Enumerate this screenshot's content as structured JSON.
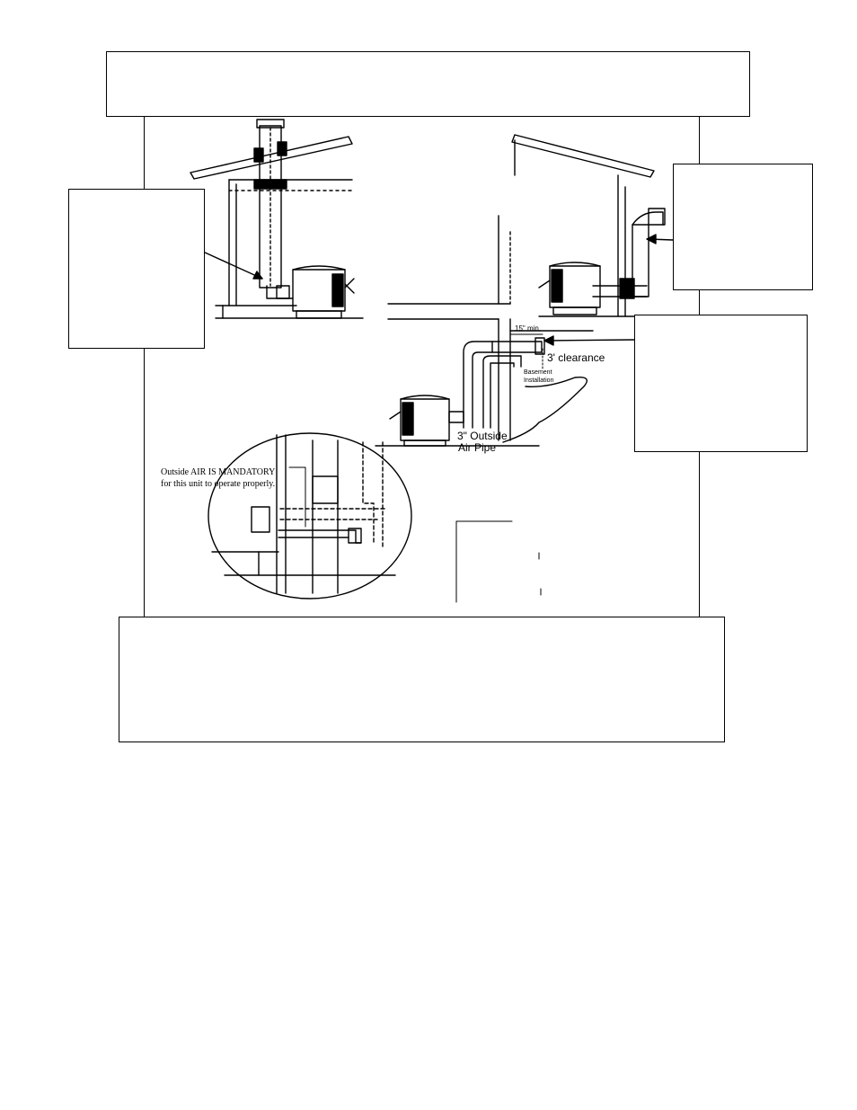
{
  "labels": {
    "min_15": "15\" min.",
    "clearance_3ft": "3' clearance",
    "basement_line1": "Basement",
    "basement_line2": "Installation",
    "outside_air_line1": "3\" Outside",
    "outside_air_line2": "Air Pipe",
    "mandatory_line1": "Outside AIR IS MANDATORY",
    "mandatory_line2": "for this unit to operate properly."
  },
  "callouts": {
    "top_box": "",
    "left_box": "",
    "right_upper_box": "",
    "right_lower_box": "",
    "bottom_box": ""
  },
  "colors": {
    "line": "#000000",
    "background": "#ffffff"
  }
}
